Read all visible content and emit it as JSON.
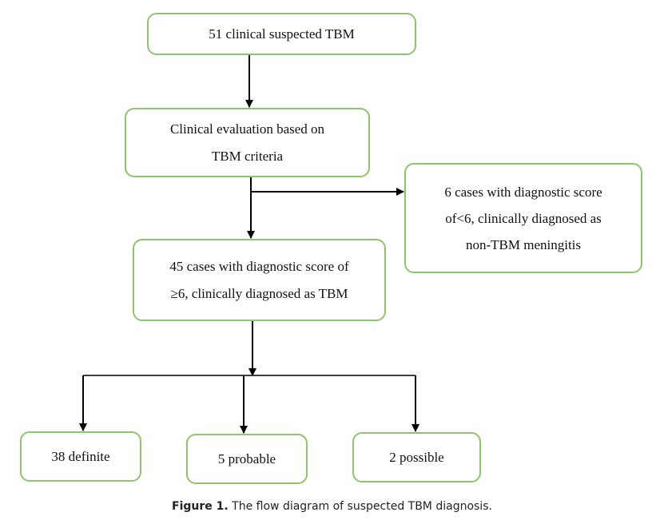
{
  "nodes": {
    "start": {
      "lines": [
        "51 clinical suspected TBM"
      ]
    },
    "evaluation": {
      "lines": [
        "Clinical evaluation based on",
        "TBM criteria"
      ]
    },
    "excluded": {
      "lines": [
        "6 cases with diagnostic score",
        "of<6, clinically diagnosed as",
        "non-TBM meningitis"
      ]
    },
    "tbm": {
      "lines": [
        "45 cases with diagnostic score of",
        "≥6, clinically diagnosed as TBM"
      ]
    },
    "definite": {
      "lines": [
        "38 definite"
      ]
    },
    "probable": {
      "lines": [
        "5 probable"
      ]
    },
    "possible": {
      "lines": [
        "2 possible"
      ]
    }
  },
  "caption": {
    "label": "Figure 1.",
    "text": "The flow diagram of suspected TBM diagnosis."
  },
  "colors": {
    "box_border": "#8fc46a",
    "arrow": "#000000"
  }
}
